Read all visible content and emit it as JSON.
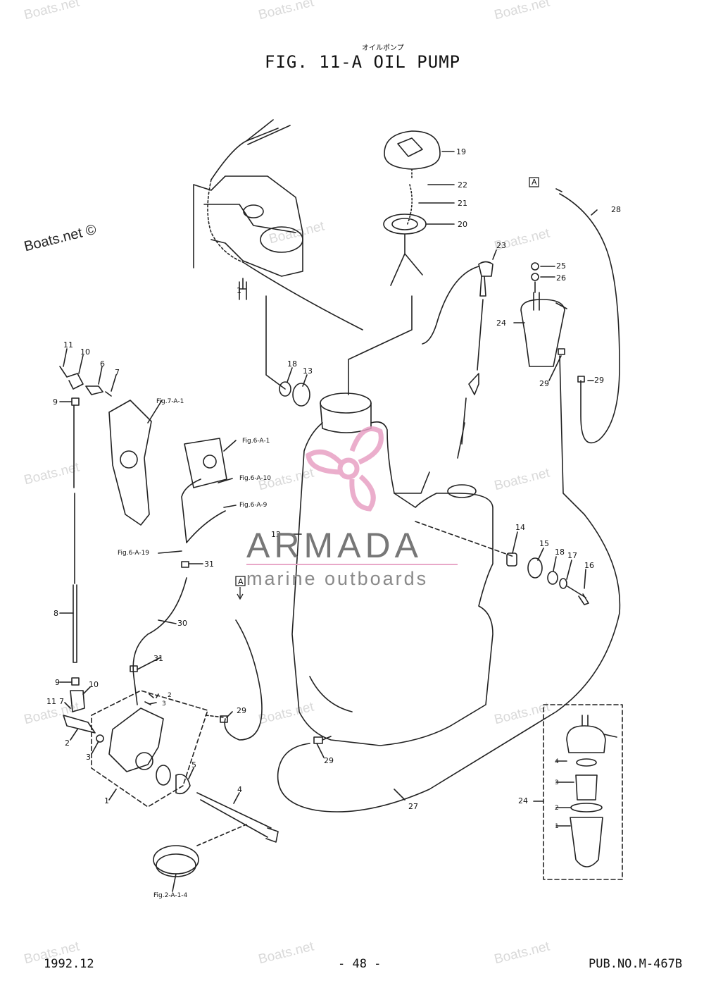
{
  "header": {
    "subtitle_jp": "オイルポンプ",
    "title": "FIG. 11-A OIL PUMP"
  },
  "footer": {
    "date": "1992.12",
    "page": "- 48 -",
    "pub_no": "PUB.NO.M-467B"
  },
  "watermarks": {
    "text": "Boats.net",
    "dark_text": "Boats.net ©"
  },
  "brand": {
    "name": "ARMADA",
    "tagline": "marine outboards",
    "accent_color": "#e8a0c4"
  },
  "callouts": {
    "c1": "1",
    "c2": "2",
    "c3": "3",
    "c4": "4",
    "c5": "5",
    "c6": "6",
    "c7": "7",
    "c8": "8",
    "c9": "9",
    "c10": "10",
    "c11": "11",
    "c12": "12",
    "c13": "13",
    "c14": "14",
    "c15": "15",
    "c16": "16",
    "c17": "17",
    "c18": "18",
    "c19": "19",
    "c20": "20",
    "c21": "21",
    "c22": "22",
    "c23": "23",
    "c24": "24",
    "c25": "25",
    "c26": "26",
    "c27": "27",
    "c28": "28",
    "c29": "29",
    "c30": "30",
    "c31": "31",
    "refA": "A",
    "fig7A1": "Fig.7-A-1",
    "fig6A1": "Fig.6-A-1",
    "fig6A10": "Fig.6-A-10",
    "fig6A9": "Fig.6-A-9",
    "fig6A19": "Fig.6-A-19",
    "fig2A14": "Fig.2-A-1-4"
  }
}
